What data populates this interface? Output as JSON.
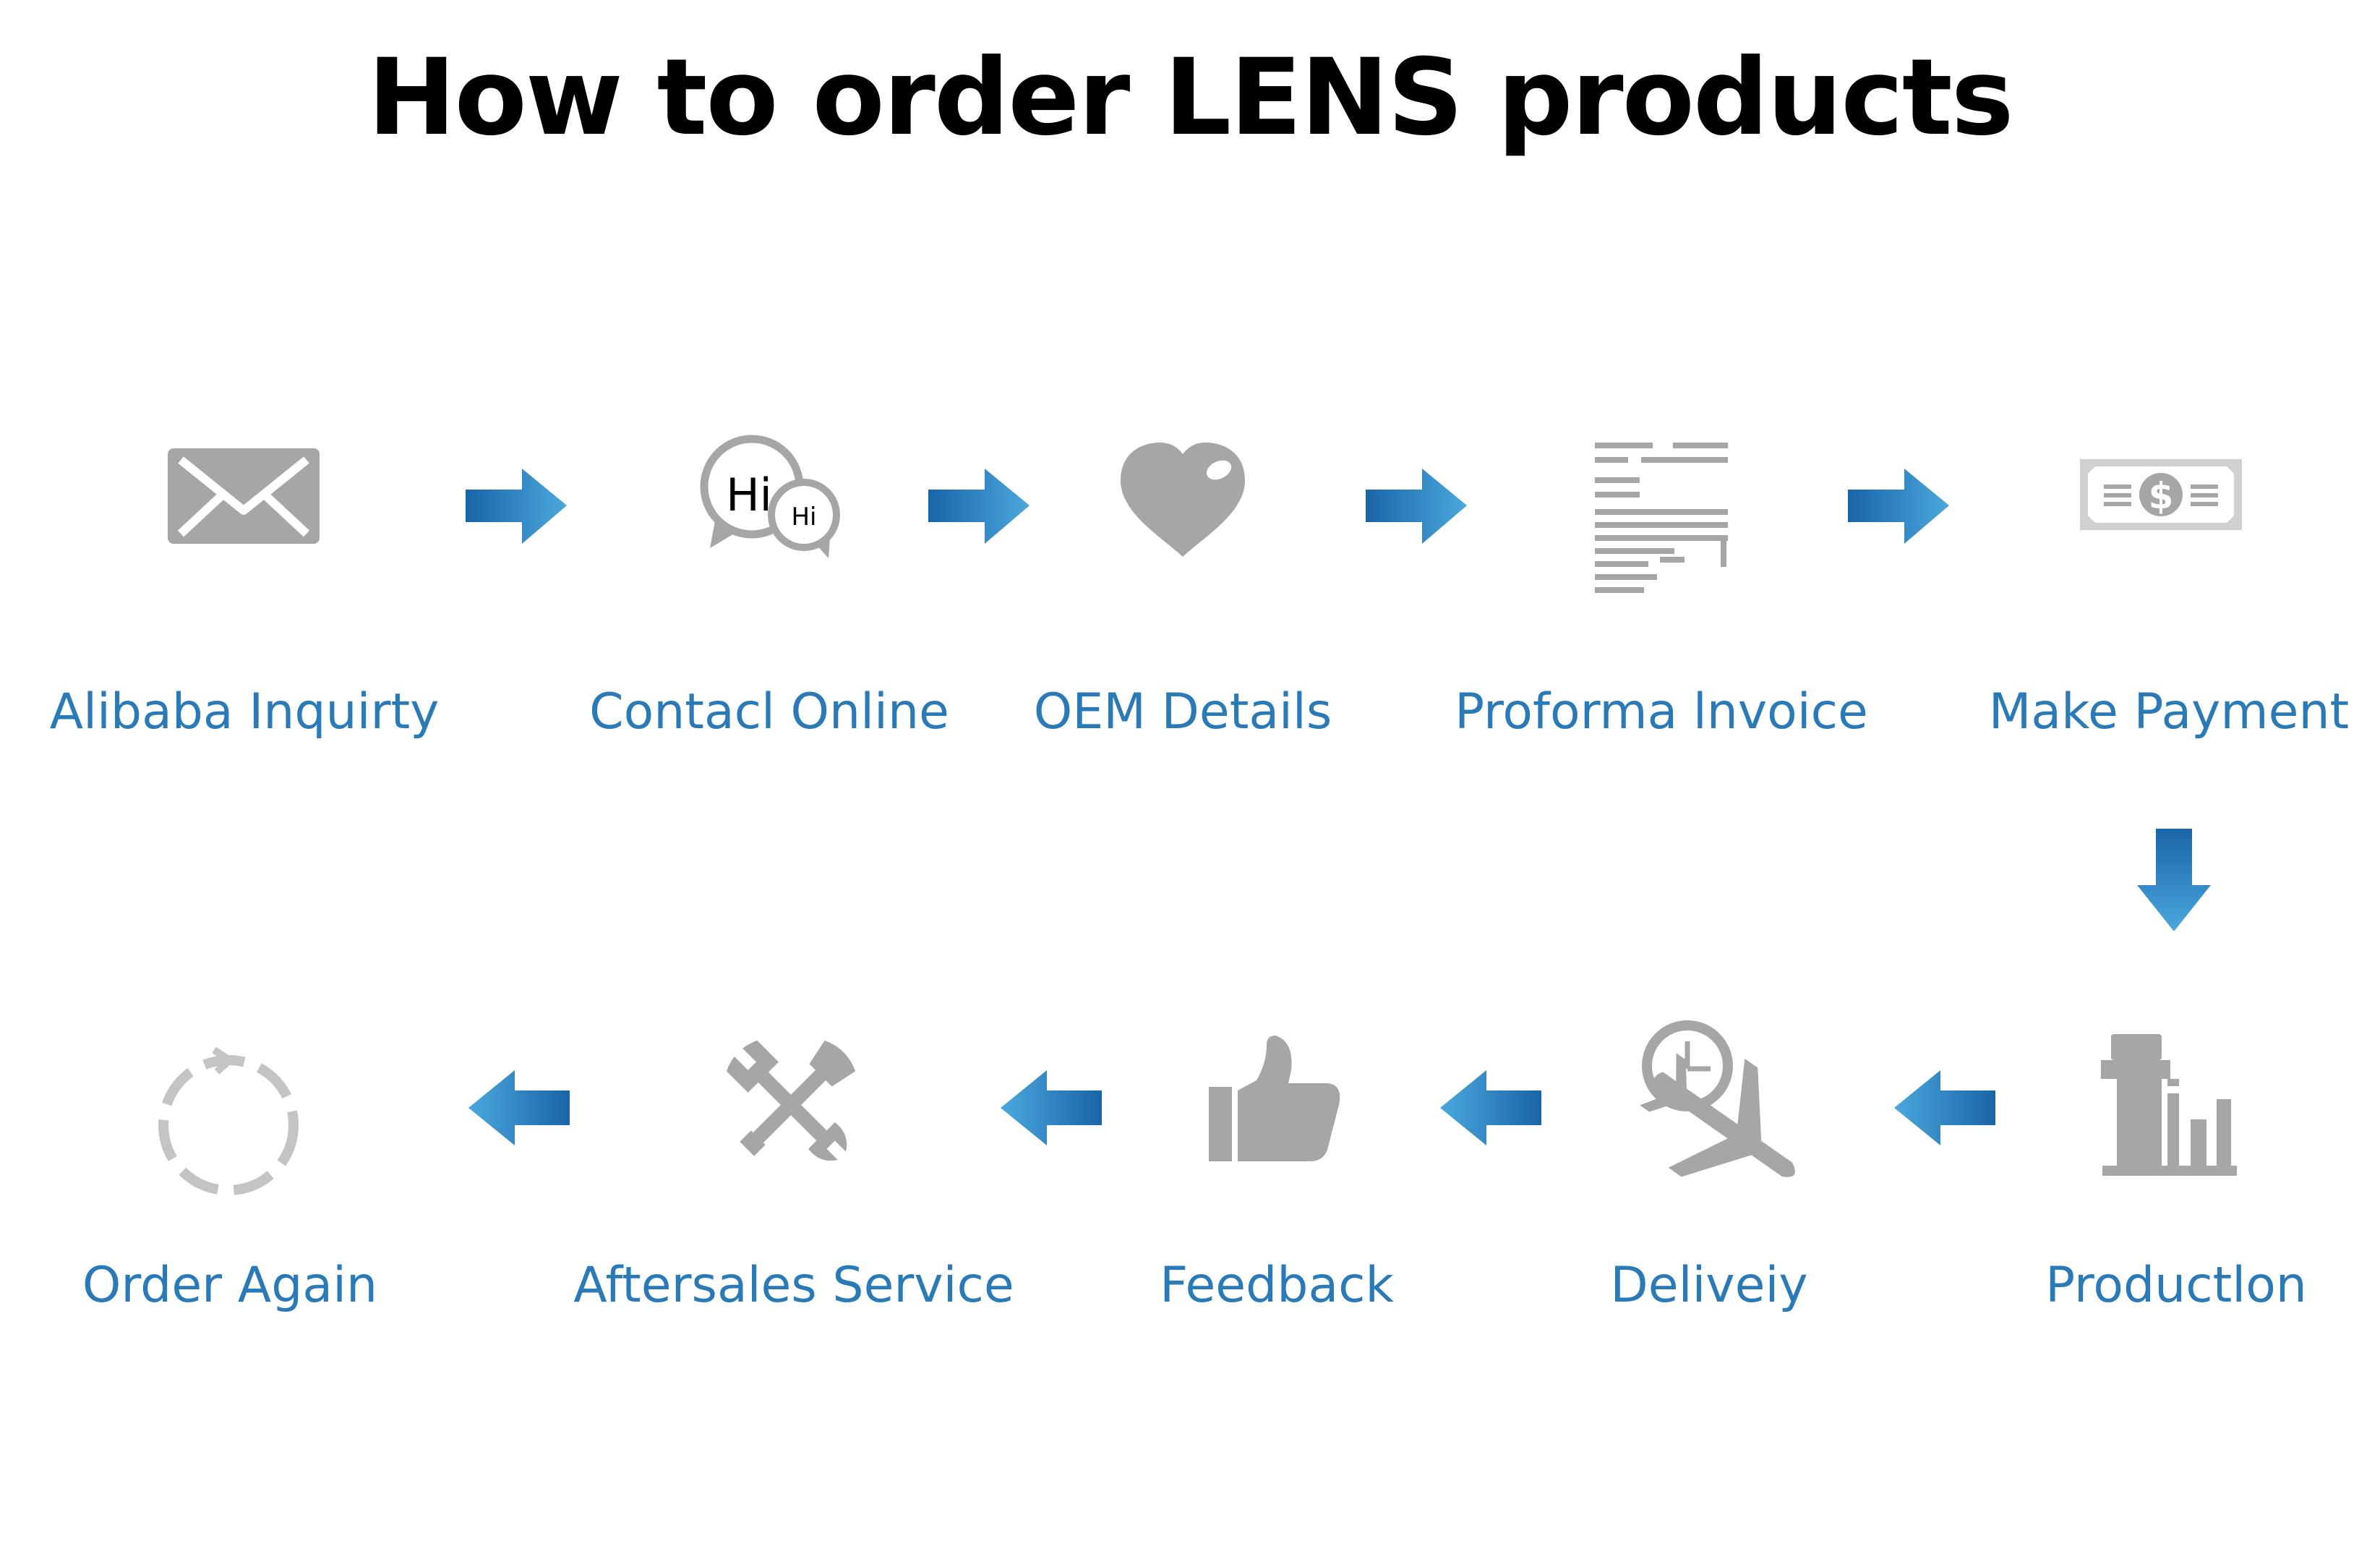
{
  "title": "How to order LENS products",
  "colors": {
    "label": "#2a7ab8",
    "icon": "#a6a6a6",
    "arrow_dark": "#1a64a8",
    "arrow_light": "#4aa8dc"
  },
  "steps": [
    {
      "label": "Alibaba Inquirty",
      "icon": "envelope-icon"
    },
    {
      "label": "Contacl Online",
      "icon": "chat-bubbles-icon",
      "icon_text_large": "Hi",
      "icon_text_small": "Hi"
    },
    {
      "label": "OEM Details",
      "icon": "heart-icon"
    },
    {
      "label": "Proforma lnvoice",
      "icon": "document-icon"
    },
    {
      "label": "Make Payment",
      "icon": "dollar-bill-icon",
      "icon_text": "$"
    },
    {
      "label": "Productlon",
      "icon": "factory-icon"
    },
    {
      "label": "Deliveiy",
      "icon": "airplane-clock-icon"
    },
    {
      "label": "Feedback",
      "icon": "thumbs-up-icon"
    },
    {
      "label": "Aftersales Service",
      "icon": "tools-icon"
    },
    {
      "label": "Order Again",
      "icon": "refresh-cycle-icon"
    }
  ],
  "flow": [
    "right",
    "right",
    "right",
    "right",
    "down",
    "left",
    "left",
    "left",
    "left"
  ]
}
